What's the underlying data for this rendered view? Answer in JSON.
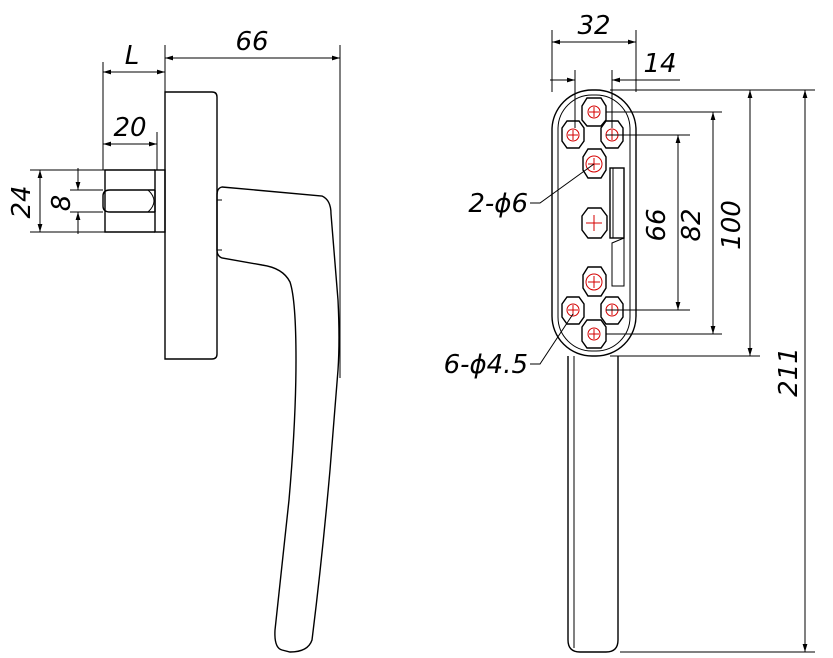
{
  "side_view": {
    "width_66": "66",
    "length_L": "L",
    "spindle_20": "20",
    "height_24": "24",
    "slot_8": "8"
  },
  "front_view": {
    "width_32": "32",
    "offset_14": "14",
    "spacing_66": "66",
    "spacing_82": "82",
    "spacing_100": "100",
    "length_211": "211",
    "holes_large": "2-ϕ6",
    "holes_small": "6-ϕ4.5"
  },
  "colors": {
    "line": "#000000",
    "center_mark": "#d40000"
  }
}
